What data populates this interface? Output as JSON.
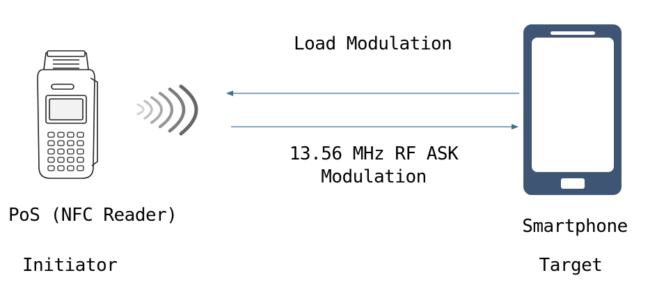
{
  "labels": {
    "top_arrow": "Load Modulation",
    "bottom_arrow_line1": "13.56 MHz RF ASK",
    "bottom_arrow_line2": "Modulation",
    "reader_name": "PoS (NFC Reader)",
    "reader_role": "Initiator",
    "phone_name": "Smartphone",
    "phone_role": "Target"
  },
  "icons": {
    "reader": "pos-terminal-icon",
    "waves": "rf-waves-icon",
    "phone": "smartphone-icon"
  },
  "colors": {
    "arrow": "#3b6f9a",
    "phone": "#3e5573",
    "waves": "#4a4a4a"
  }
}
